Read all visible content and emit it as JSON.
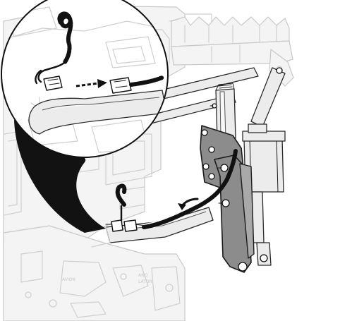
{
  "figure": {
    "background": "#ffffff",
    "ink_color": "#1b1b1b",
    "ghost_color": "#cfcfcf",
    "plate_color": "#8c8c8c"
  },
  "callout": {
    "shape": "circle",
    "icon": "magnifier-callout"
  },
  "connector_arrow": {
    "icon": "right-arrow",
    "direction": "right"
  },
  "routing_arrow": {
    "icon": "curved-arrow",
    "direction": "counter-clockwise"
  }
}
